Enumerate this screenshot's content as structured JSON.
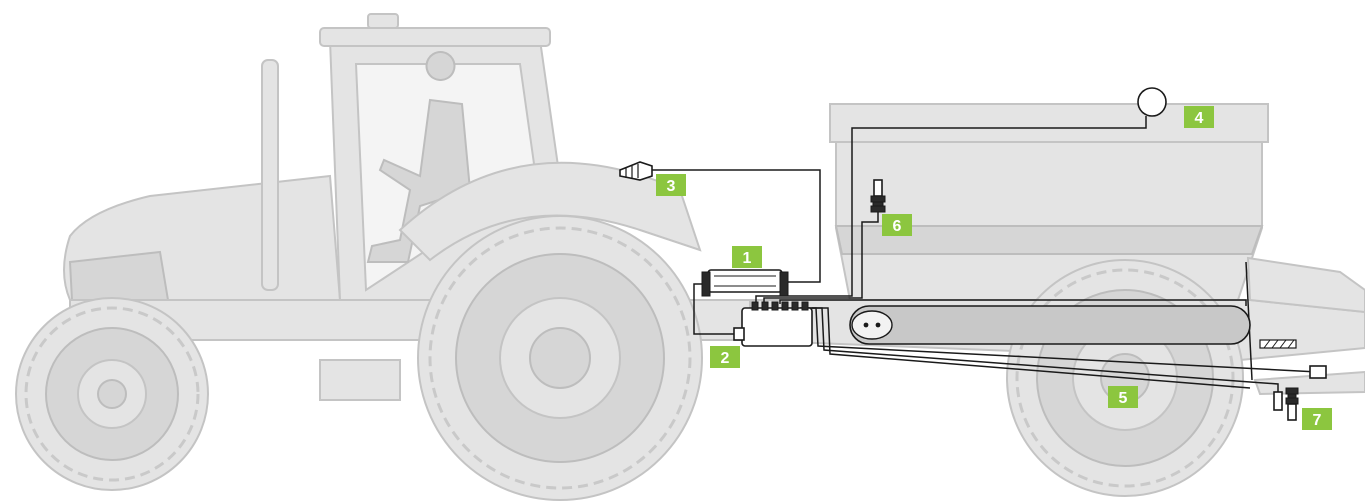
{
  "colors": {
    "badge": "#8cc63f",
    "badge_text": "#ffffff",
    "vehicle_fill": "#e4e4e4",
    "vehicle_stroke": "#c4c4c4",
    "wire": "#1a1a1a"
  },
  "components": [
    {
      "id": "1",
      "label": "1",
      "icon": "display-terminal-icon"
    },
    {
      "id": "2",
      "label": "2",
      "icon": "control-module-icon"
    },
    {
      "id": "3",
      "label": "3",
      "icon": "connector-plug-icon"
    },
    {
      "id": "4",
      "label": "4",
      "icon": "level-sensor-icon"
    },
    {
      "id": "5",
      "label": "5",
      "icon": "conveyor-belt-icon"
    },
    {
      "id": "6",
      "label": "6",
      "icon": "speed-sensor-icon"
    },
    {
      "id": "7",
      "label": "7",
      "icon": "wheel-sensor-icon"
    }
  ]
}
